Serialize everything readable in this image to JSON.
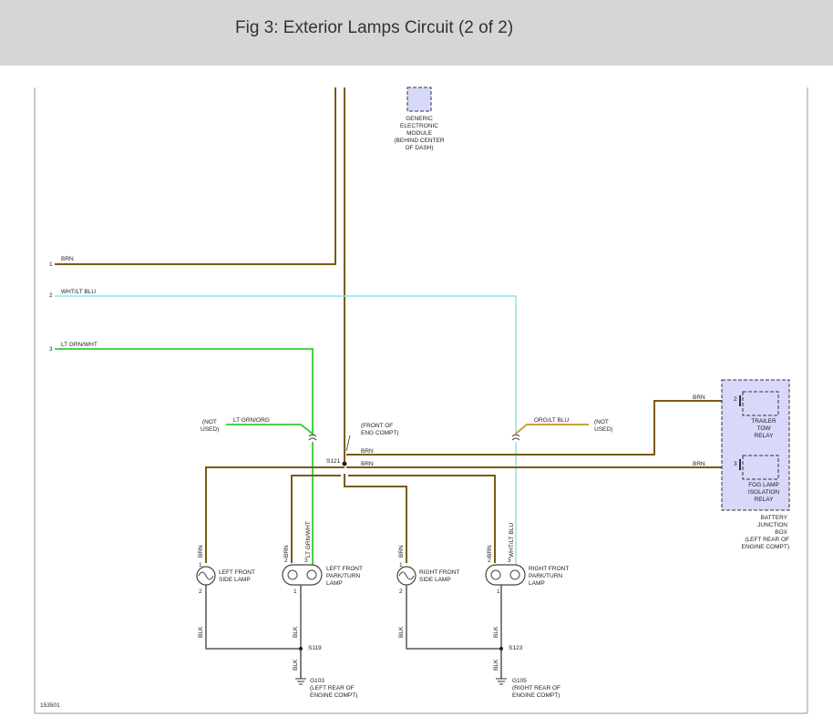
{
  "title": "Fig 3: Exterior Lamps Circuit (2 of 2)",
  "gem": [
    "GENERIC",
    "ELECTRONIC",
    "MODULE",
    "(BEHIND CENTER",
    "OF DASH)"
  ],
  "wires": {
    "w1_num": "1",
    "w1_color": "BRN",
    "w2_num": "2",
    "w2_color": "WHT/LT BLU",
    "w3_num": "3",
    "w3_color": "LT GRN/WHT",
    "lt_grn_org": "LT GRN/ORG",
    "org_lt_blu": "ORG/LT BLU",
    "brn_a": "BRN",
    "brn_b": "BRN",
    "brn_c": "BRN",
    "brn_d": "BRN"
  },
  "not_used_left": [
    "(NOT",
    "USED)"
  ],
  "not_used_right": [
    "(NOT",
    "USED)"
  ],
  "splice": {
    "s121": "S121",
    "s121_note": [
      "(FRONT OF",
      "ENG COMPT)"
    ],
    "s119": "S119",
    "s123": "S123"
  },
  "relays": {
    "trailer": [
      "TRAILER",
      "TOW",
      "RELAY"
    ],
    "fog": [
      "FOG LAMP",
      "ISOLATION",
      "RELAY"
    ],
    "pin2": "2",
    "pin3": "3",
    "bjb": [
      "BATTERY",
      "JUNCTION",
      "BOX",
      "(LEFT REAR OF",
      "ENGINE COMPT)"
    ]
  },
  "lamps": {
    "lf_side": [
      "LEFT FRONT",
      "SIDE LAMP"
    ],
    "lf_park": [
      "LEFT FRONT",
      "PARK/TURN",
      "LAMP"
    ],
    "rf_side": [
      "RIGHT FRONT",
      "SIDE LAMP"
    ],
    "rf_park": [
      "RIGHT FRONT",
      "PARK/TURN",
      "LAMP"
    ]
  },
  "vlabels": {
    "brn": "BRN",
    "ltgrnwht": "LT GRN/WHT",
    "whtltblu": "WHT/LT BLU",
    "blk": "BLK"
  },
  "pins": {
    "p1": "1",
    "p2": "2",
    "p3": "3"
  },
  "grounds": {
    "g103": [
      "G103",
      "(LEFT REAR OF",
      "ENGINE COMPT)"
    ],
    "g105": [
      "G105",
      "(RIGHT REAR OF",
      "ENGINE COMPT)"
    ]
  },
  "diagram_id": "153501",
  "colors": {
    "brn": "#7a5a16",
    "blu": "#8fe3e3",
    "grn": "#33cc33",
    "relay_fill": "#d8d8fb"
  }
}
